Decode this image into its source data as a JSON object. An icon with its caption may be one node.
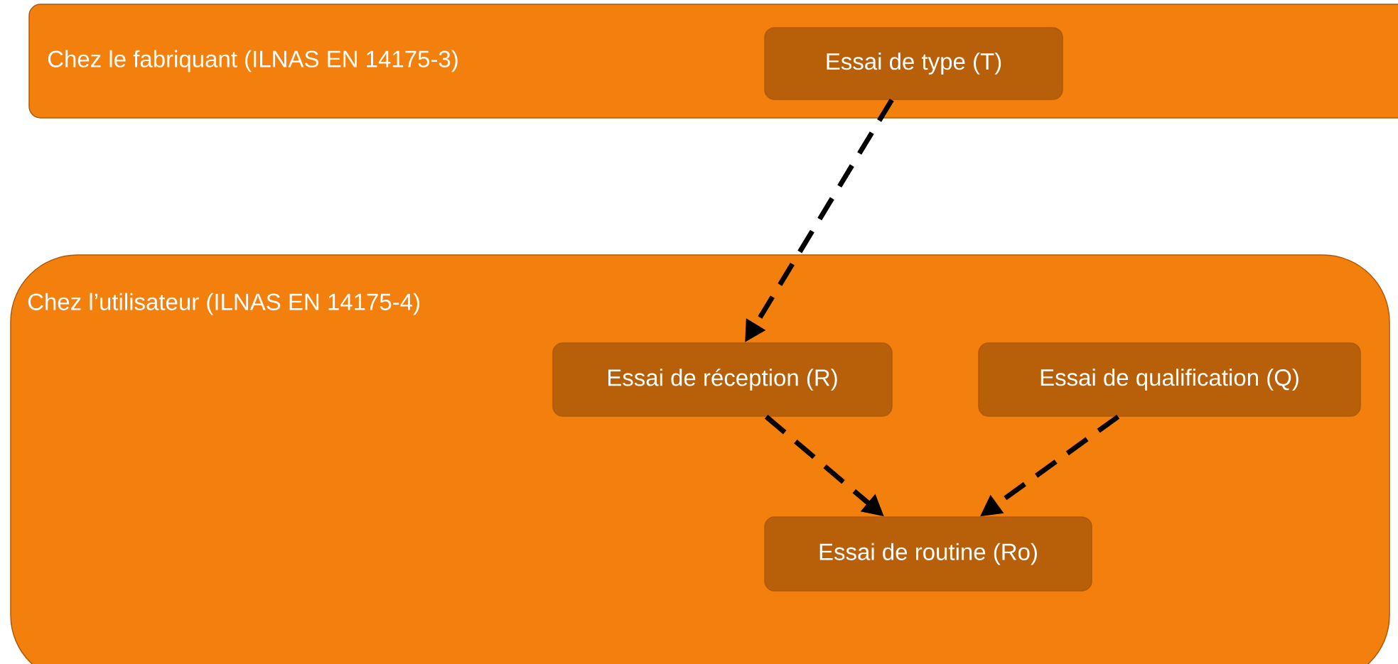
{
  "diagram": {
    "nodes": [
      {
        "text": [
          "Chez le fabriquant (ILNAS EN 14175-3)"
        ]
      },
      {
        "text": [
          "Essai de type (T)"
        ],
        "in": 0
      },
      {
        "text": [
          "Chez l’utilisateur (ILNAS EN 14175-4)"
        ]
      },
      {
        "text": [
          "Essai de réception (R)"
        ],
        "in": 2
      },
      {
        "text": [
          "Essai de qualification (Q)"
        ],
        "in": 2
      },
      {
        "text": [
          "Essai de routine (Ro)"
        ],
        "in": 2
      }
    ],
    "edges": [
      {
        "from": 1,
        "to": 3,
        "arrow": "to",
        "style": "dashed"
      },
      {
        "from": 3,
        "to": 5,
        "arrow": "to",
        "style": "dashed"
      },
      {
        "from": 4,
        "to": 5,
        "arrow": "to",
        "style": "dashed"
      }
    ]
  }
}
